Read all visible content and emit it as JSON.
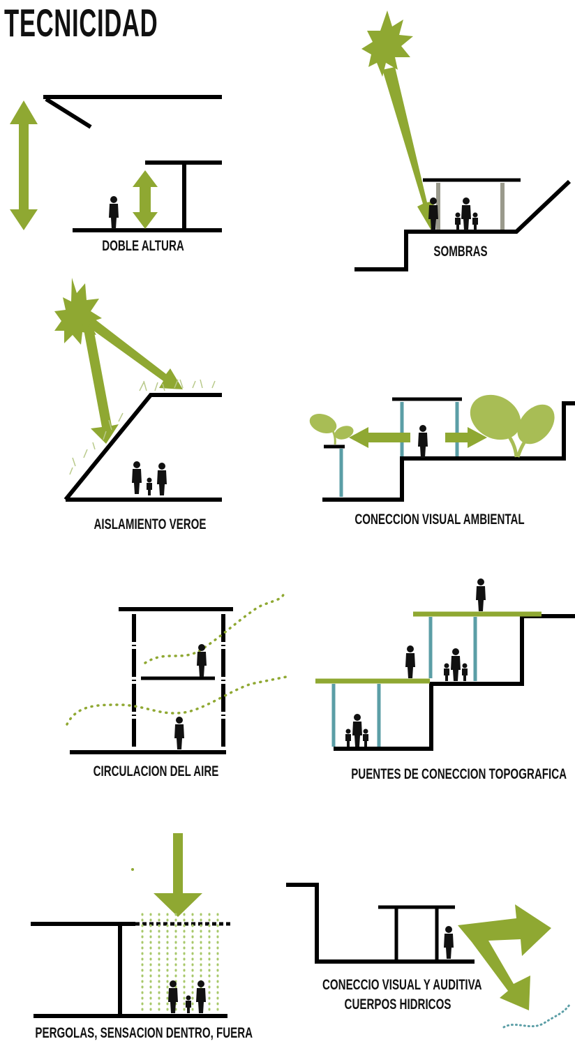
{
  "page": {
    "title": "TECNICIDAD"
  },
  "panels": [
    {
      "id": "doble-altura",
      "caption": "DOBLE ALTURA"
    },
    {
      "id": "sombras",
      "caption": "SOMBRAS"
    },
    {
      "id": "aislamiento-verde",
      "caption": "AISLAMIENTO VEROE"
    },
    {
      "id": "conexion-visual-ambiental",
      "caption": "CONECCION VISUAL AMBIENTAL"
    },
    {
      "id": "circulacion-aire",
      "caption": "CIRCULACION DEL AIRE"
    },
    {
      "id": "puentes-conexion",
      "caption": "PUENTES DE CONECCION TOPOGRAFICA"
    },
    {
      "id": "pergolas",
      "caption": "PERGOLAS, SENSACION DENTRO, FUERA"
    },
    {
      "id": "conexion-hidricos",
      "caption_line1": "CONECCIO VISUAL Y AUDITIVA",
      "caption_line2": "CUERPOS HIDRICOS"
    }
  ],
  "colors": {
    "green": "#8fa832",
    "teal": "#5b9ea6",
    "black": "#000000",
    "grey": "#9a9a8c"
  }
}
